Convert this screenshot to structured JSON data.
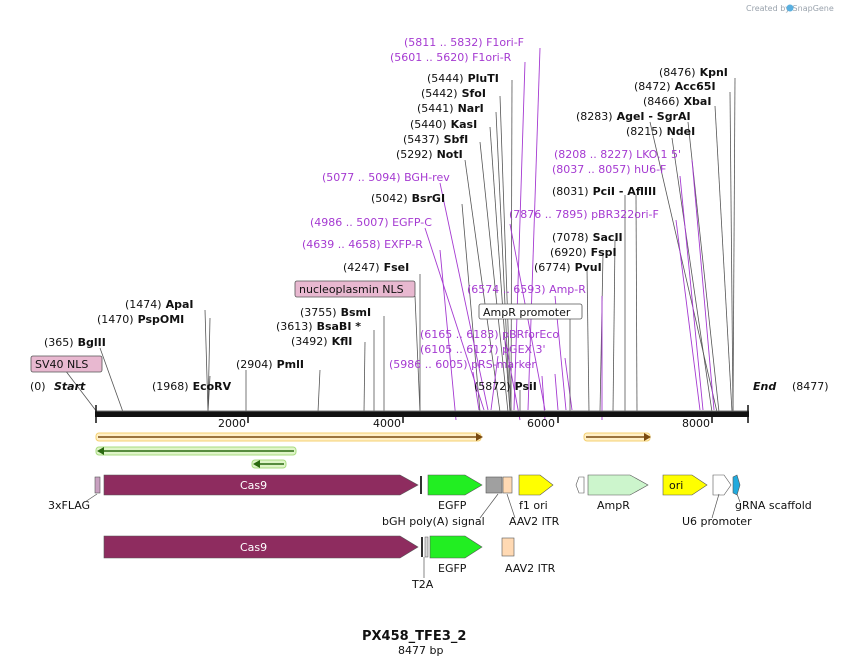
{
  "watermark": "Created by SnapGene",
  "title": "PX458_TFE3_2",
  "subtitle": "8477 bp",
  "start_label": "Start",
  "start_pos": "(0)",
  "end_label": "End",
  "end_pos": "(8477)",
  "ticks": [
    "2000",
    "4000",
    "6000",
    "8000"
  ],
  "sites_black": [
    {
      "pos": "(365)",
      "name": "BglII"
    },
    {
      "pos": "(1474)",
      "name": "ApaI"
    },
    {
      "pos": "(1470)",
      "name": "PspOMI"
    },
    {
      "pos": "(1968)",
      "name": "EcoRV"
    },
    {
      "pos": "(2904)",
      "name": "PmlI"
    },
    {
      "pos": "(3755)",
      "name": "BsmI"
    },
    {
      "pos": "(3613)",
      "name": "BsaBI *"
    },
    {
      "pos": "(3492)",
      "name": "KflI"
    },
    {
      "pos": "(4247)",
      "name": "FseI"
    },
    {
      "pos": "(5042)",
      "name": "BsrGI"
    },
    {
      "pos": "(5292)",
      "name": "NotI"
    },
    {
      "pos": "(5437)",
      "name": "SbfI"
    },
    {
      "pos": "(5440)",
      "name": "KasI"
    },
    {
      "pos": "(5441)",
      "name": "NarI"
    },
    {
      "pos": "(5442)",
      "name": "SfoI"
    },
    {
      "pos": "(5444)",
      "name": "PluTI"
    },
    {
      "pos": "(5872)",
      "name": "PsiI"
    },
    {
      "pos": "(6774)",
      "name": "PvuI"
    },
    {
      "pos": "(6920)",
      "name": "FspI"
    },
    {
      "pos": "(7078)",
      "name": "SacII"
    },
    {
      "pos": "(8031)",
      "name": "PciI",
      "name2": "AflIII"
    },
    {
      "pos": "(8215)",
      "name": "NdeI"
    },
    {
      "pos": "(8283)",
      "name": "AgeI",
      "name2": "SgrAI"
    },
    {
      "pos": "(8466)",
      "name": "XbaI"
    },
    {
      "pos": "(8472)",
      "name": "Acc65I"
    },
    {
      "pos": "(8476)",
      "name": "KpnI"
    }
  ],
  "sites_primer": [
    {
      "range": "(5811 .. 5832)",
      "name": "F1ori-F"
    },
    {
      "range": "(5601 .. 5620)",
      "name": "F1ori-R"
    },
    {
      "range": "(5077 .. 5094)",
      "name": "BGH-rev"
    },
    {
      "range": "(4986 .. 5007)",
      "name": "EGFP-C"
    },
    {
      "range": "(4639 .. 4658)",
      "name": "EXFP-R"
    },
    {
      "range": "(6574 .. 6593)",
      "name": "Amp-R"
    },
    {
      "range": "(6165 .. 6183)",
      "name": "pBRforEco"
    },
    {
      "range": "(6105 .. 6127)",
      "name": "pGEX 3'"
    },
    {
      "range": "(5986 .. 6005)",
      "name": "pRS-marker"
    },
    {
      "range": "(8208 .. 8227)",
      "name": "LKO.1 5'"
    },
    {
      "range": "(8037 .. 8057)",
      "name": "hU6-F"
    },
    {
      "range": "(7876 .. 7895)",
      "name": "pBR322ori-F"
    }
  ],
  "boxed_labels": {
    "sv40": "SV40 NLS",
    "nucleoplasmin": "nucleoplasmin NLS",
    "ampr_promoter": "AmpR promoter"
  },
  "features": {
    "flag": "3xFLAG",
    "cas9": "Cas9",
    "egfp": "EGFP",
    "bgh": "bGH poly(A) signal",
    "f1ori": "f1 ori",
    "aav2": "AAV2 ITR",
    "ampr": "AmpR",
    "ori": "ori",
    "u6": "U6 promoter",
    "grna": "gRNA scaffold",
    "t2a": "T2A",
    "cas9_2": "Cas9",
    "egfp_2": "EGFP",
    "aav2_2": "AAV2 ITR"
  },
  "colors": {
    "cas9": "#8e2c5f",
    "egfp": "#22ee22",
    "f1ori": "#ffff00",
    "ampr": "#ccf5cc",
    "aav2": "#ffd9b3",
    "grna": "#22aadd",
    "primer": "#a53ad1",
    "orf_orange": "#f0a030",
    "orf_green": "#44aa22"
  }
}
